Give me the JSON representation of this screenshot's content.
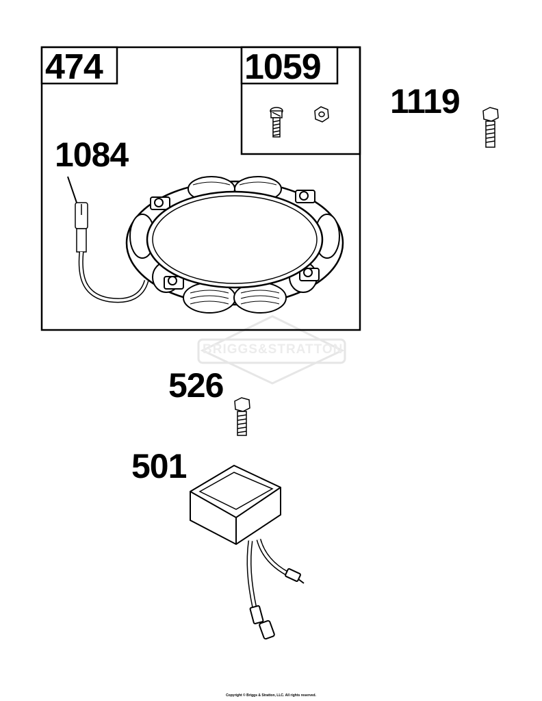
{
  "labels": {
    "kit_474": "474",
    "kit_1059": "1059",
    "part_1084": "1084",
    "part_1119": "1119",
    "part_526": "526",
    "part_501": "501"
  },
  "watermark": "BRIGGS&STRATTON",
  "copyright": "Copyright © Briggs & Stratton, LLC. All rights reserved.",
  "colors": {
    "line": "#000000",
    "watermark": "#e6e6e6",
    "background": "#ffffff"
  }
}
